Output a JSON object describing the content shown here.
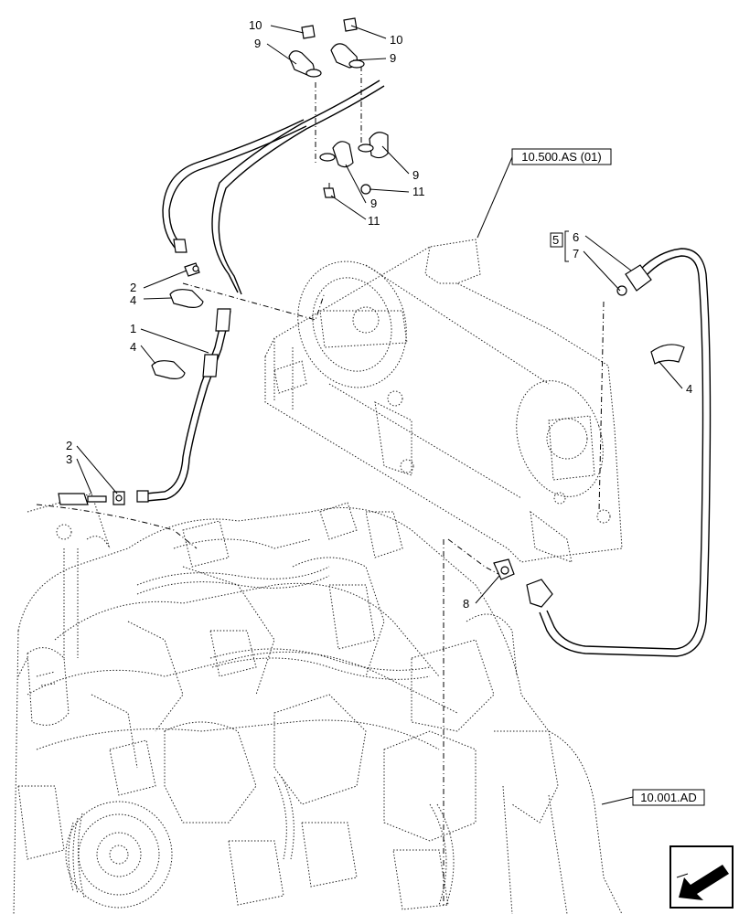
{
  "references": {
    "ref1": "10.500.AS (01)",
    "ref2": "10.001.AD",
    "group_box": "5"
  },
  "callouts": {
    "c10a": "10",
    "c10b": "10",
    "c9a": "9",
    "c9b": "9",
    "c9c": "9",
    "c9d": "9",
    "c11a": "11",
    "c11b": "11",
    "c2a": "2",
    "c2b": "2",
    "c4a": "4",
    "c4b": "4",
    "c4c": "4",
    "c1": "1",
    "c3": "3",
    "c6": "6",
    "c7": "7",
    "c8": "8"
  },
  "nav_icon": "arrow-down-left-icon"
}
